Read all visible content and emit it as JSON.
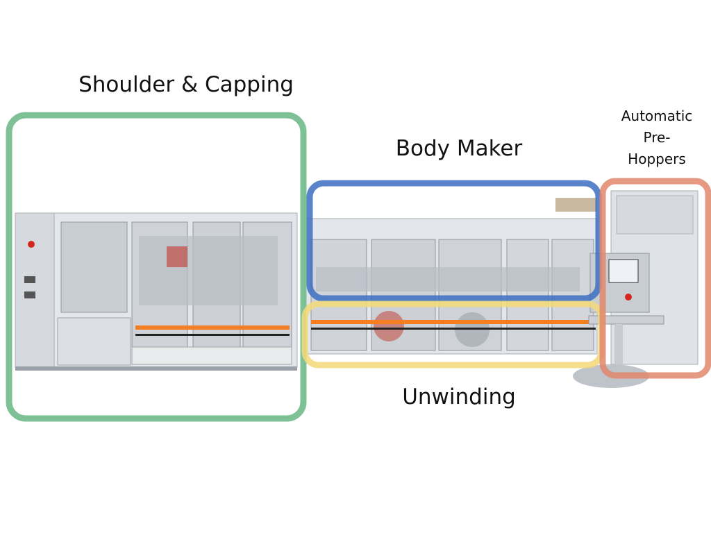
{
  "labels": {
    "shoulder_capping": "Shoulder & Capping",
    "body_maker": "Body Maker",
    "unwinding": "Unwinding",
    "pre_hoppers_line1": "Automatic",
    "pre_hoppers_line2": "Pre-",
    "pre_hoppers_line3": "Hoppers"
  },
  "colors": {
    "shoulder_capping": "#7fc197",
    "body_maker": "#3c6fc2",
    "unwinding": "#f3d979",
    "pre_hoppers": "#e0876c",
    "machine_frame": "#d9dde2",
    "accent_stripe": "#f57f20"
  }
}
